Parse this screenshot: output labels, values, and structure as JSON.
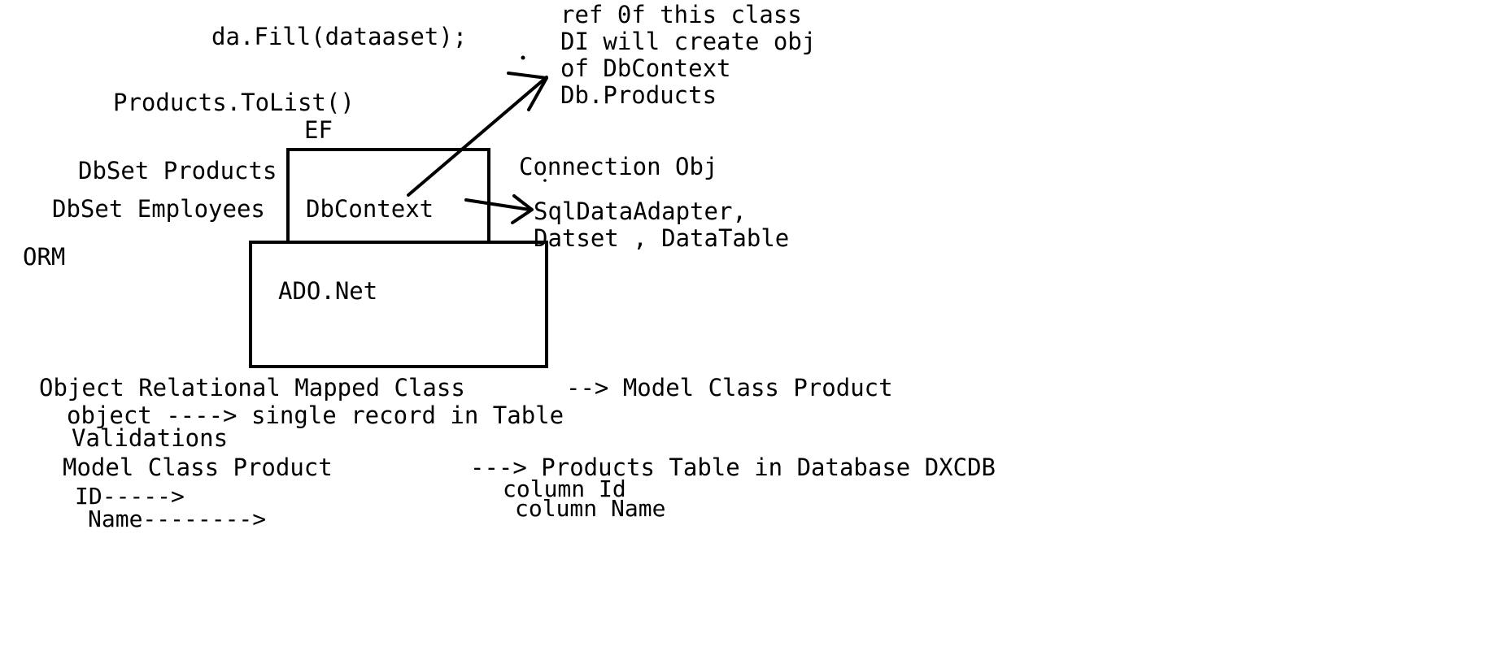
{
  "canvas": {
    "background": "#ffffff",
    "ink": "#000000"
  },
  "code": {
    "da_fill": "da.Fill(dataaset);",
    "products_tolist": "Products.ToList()"
  },
  "ef": {
    "label": "EF",
    "dbset_products": "DbSet Products",
    "dbset_employees": "DbSet Employees",
    "orm": "ORM"
  },
  "boxes": {
    "dbcontext": "DbContext",
    "adonet": "ADO.Net"
  },
  "di_note": {
    "line1": "ref 0f this class",
    "line2": "DI will create obj",
    "line3": "of DbContext",
    "line4": "Db.Products"
  },
  "ado_objects": {
    "connection": "Connection Obj",
    "adapter": "SqlDataAdapter,",
    "datasets": "Datset , DataTable"
  },
  "notes": {
    "orm_class": "Object Relational Mapped Class",
    "model_class_arrow": "--> Model Class Product",
    "object_record": "object ----> single record in Table",
    "validations": "Validations",
    "model_class_product": "Model Class Product",
    "products_table_arrow": "---> Products Table in Database DXCDB",
    "id_arrow": "ID----->",
    "name_arrow": "Name-------->",
    "column_id": "column Id",
    "column_name": "column Name"
  },
  "arrows": [
    {
      "name": "dbcontext-to-di-note-arrow"
    },
    {
      "name": "dbcontext-to-sqldataadapter-arrow"
    }
  ]
}
